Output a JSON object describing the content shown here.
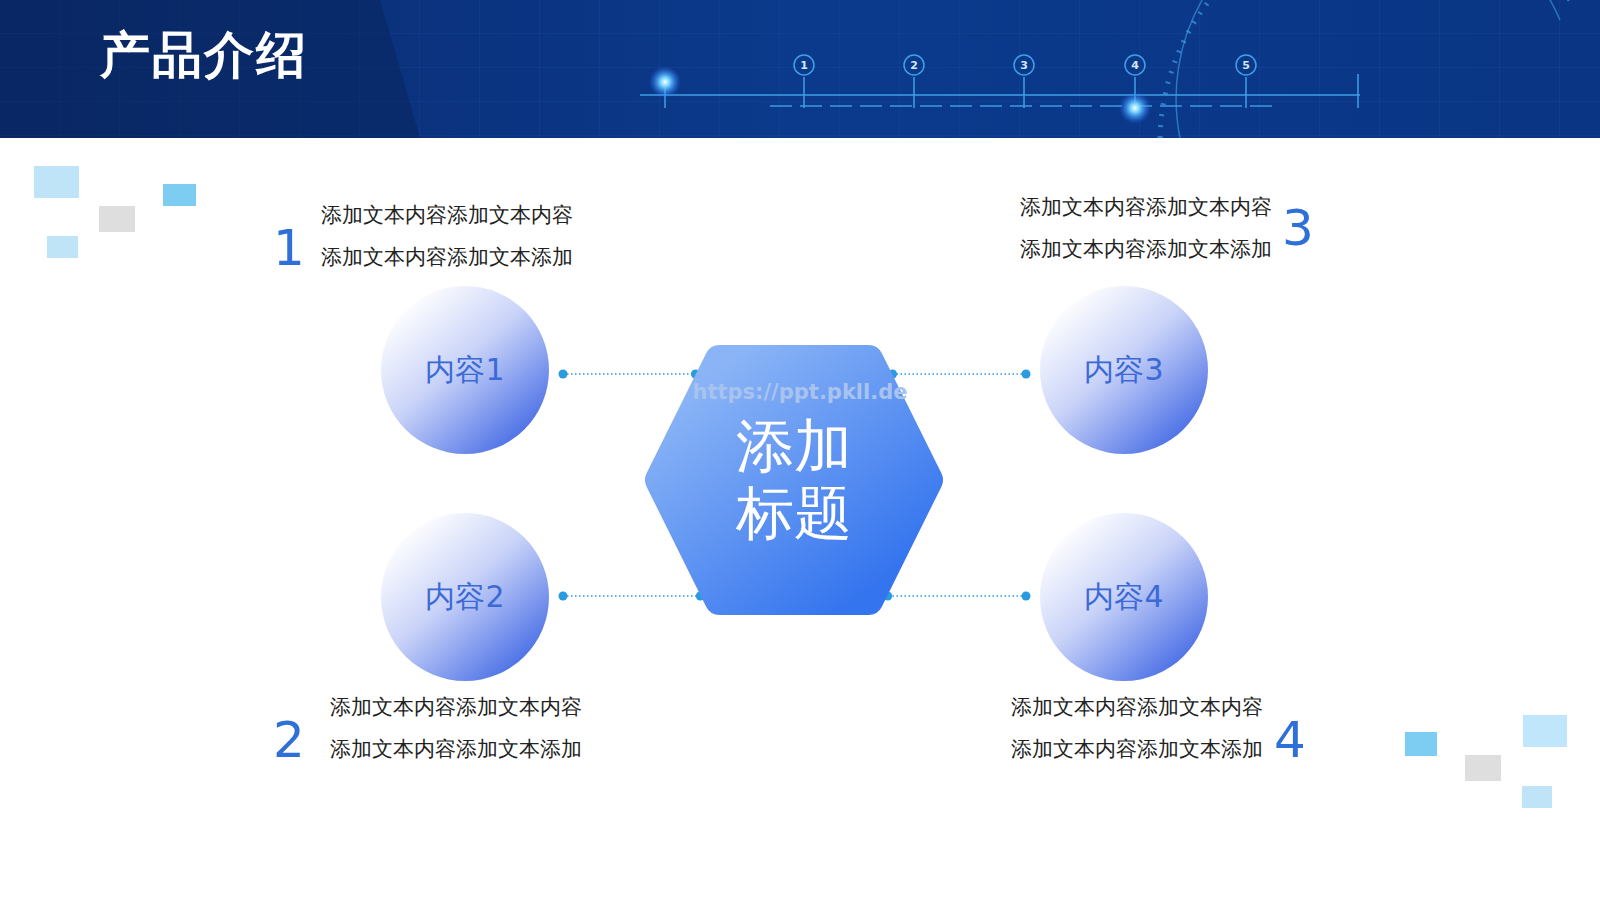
{
  "diagram": {
    "title": "产品介绍",
    "nodes": [
      {
        "text": [
          "内容1"
        ]
      },
      {
        "text": [
          "添加 标题"
        ]
      },
      {
        "text": [
          "内容3"
        ]
      },
      {
        "text": [
          "内容2"
        ]
      },
      {
        "text": [
          "内容4"
        ]
      }
    ],
    "edges": [
      {
        "from": 0,
        "to": 1,
        "arrow": "none"
      },
      {
        "from": 2,
        "to": 1,
        "arrow": "none"
      },
      {
        "from": 3,
        "to": 1,
        "arrow": "none"
      },
      {
        "from": 4,
        "to": 1,
        "arrow": "none"
      }
    ],
    "labels": [
      "1",
      "2",
      "3",
      "4",
      "5",
      "1",
      "添加文本内容添加文本内容 添加文本内容添加文本添加",
      "2",
      "添加文本内容添加文本内容 添加文本内容添加文本添加",
      "3",
      "添加文本内容添加文本内容 添加文本内容添加文本添加",
      "4",
      "添加文本内容添加文本内容 添加文本内容添加文本添加",
      "https://ppt.pkll.de"
    ]
  }
}
